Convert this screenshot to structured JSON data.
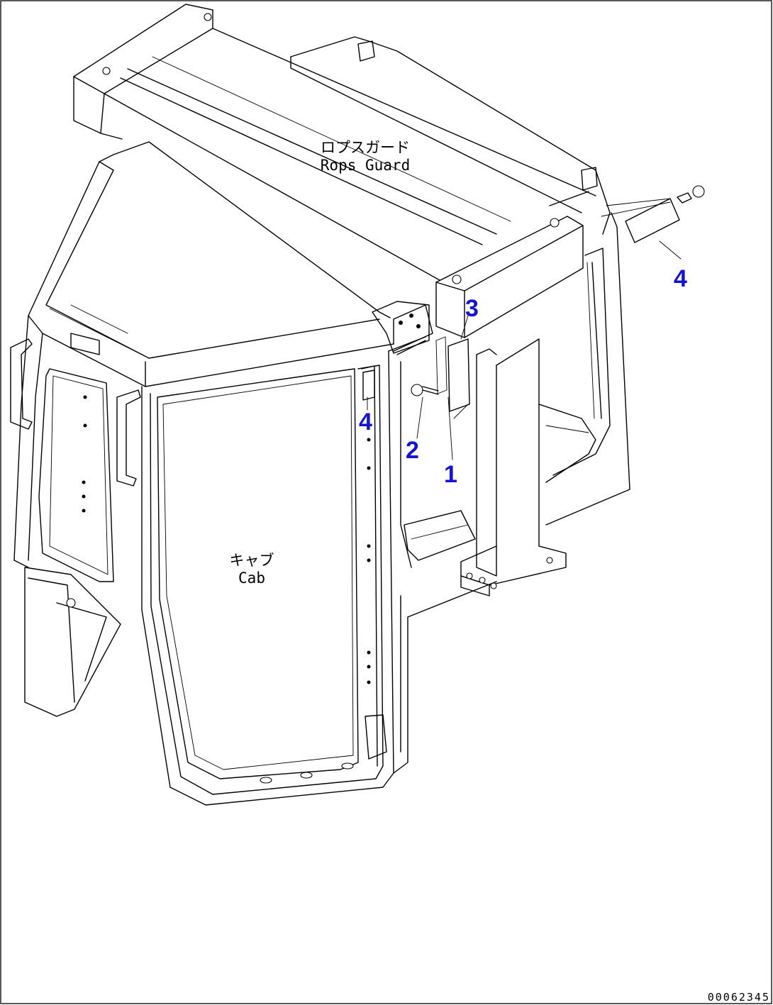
{
  "labels": {
    "rops_guard_jp": "ロプスガード",
    "rops_guard_en": "Rops Guard",
    "cab_jp": "キャブ",
    "cab_en": "Cab"
  },
  "callouts": {
    "part_1": "1",
    "part_2": "2",
    "part_3": "3",
    "part_4_right": "4",
    "part_4_cab": "4"
  },
  "drawing_number": "00062345",
  "colors": {
    "callout": "#1515d0",
    "line": "#000000",
    "background": "#ffffff"
  }
}
